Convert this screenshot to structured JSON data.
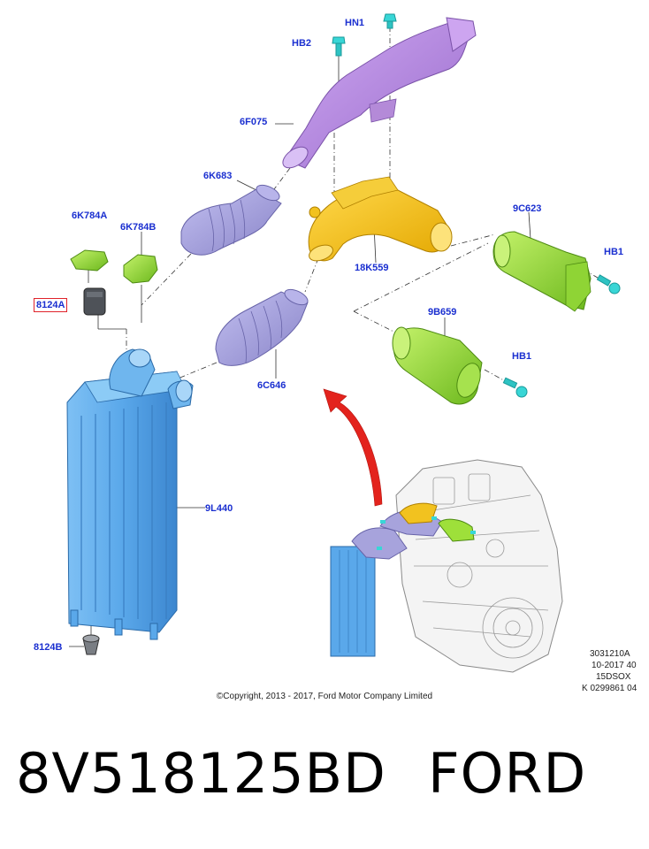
{
  "labels": {
    "hn1": "HN1",
    "hb2": "HB2",
    "6f075": "6F075",
    "6k683": "6K683",
    "18k559": "18K559",
    "9c623": "9C623",
    "hb1_top": "HB1",
    "6k784a": "6K784A",
    "6k784b": "6K784B",
    "8124a": "8124A",
    "9b659": "9B659",
    "hb1_bottom": "HB1",
    "6c646": "6C646",
    "9l440": "9L440",
    "8124b": "8124B"
  },
  "meta": {
    "line1": "3031210A",
    "line2": "10-2017 40",
    "line3": "15DSOX",
    "line4": "K 0299861 04"
  },
  "copyright": "©Copyright, 2013 - 2017, Ford Motor Company Limited",
  "part_number": "8V518125BD",
  "brand": "FORD",
  "colors": {
    "label": "#1a2fd0",
    "highlight_border": "#e0232a",
    "duct_purple": "#b58be0",
    "duct_lavender": "#a7a3dc",
    "elbow_yellow": "#f2c21f",
    "pipe_green": "#9ee03a",
    "intercooler_blue": "#5aa8ea",
    "bolt_cyan": "#38d6d6",
    "arrow_red": "#e3231d"
  }
}
